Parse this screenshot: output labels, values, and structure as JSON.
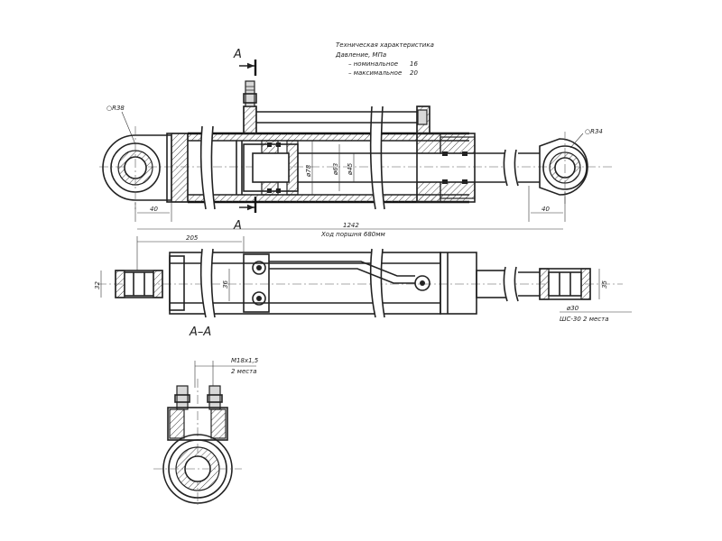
{
  "spec": {
    "title": "Техническая характеристика",
    "pressure": "Давление, МПа",
    "nominal_label": "– номинальное",
    "nominal_value": "16",
    "maximum_label": "– максимальное",
    "maximum_value": "20"
  },
  "dimensions": {
    "r38": "○R38",
    "r34": "○R34",
    "left_40": "40",
    "right_40": "40",
    "d78": "ø78",
    "d63": "ø63",
    "d45": "ø45",
    "len_1242": "1242",
    "stroke": "Ход поршня 680мм",
    "len_205": "205",
    "w32": "32",
    "w36": "36",
    "w35": "35",
    "d30": "ø30",
    "bearing": "ШС-30 2 места",
    "thread": "M18х1,5",
    "thread_count": "2 места"
  },
  "section": {
    "mark_top": "А",
    "mark_bottom": "А",
    "section_title": "А–А"
  }
}
